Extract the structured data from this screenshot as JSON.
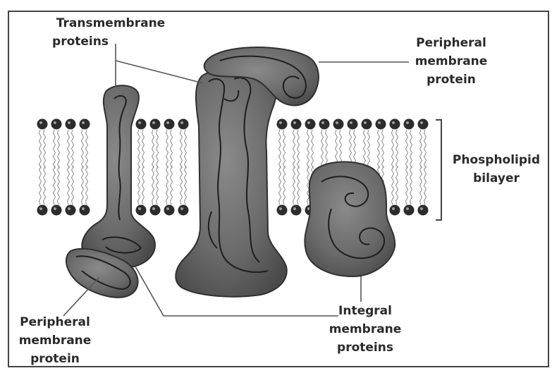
{
  "labels": {
    "transmembrane": [
      "Transmembrane",
      "proteins"
    ],
    "peripheral_top": [
      "Peripheral",
      "membrane",
      "protein"
    ],
    "phospholipid": [
      "Phospholipid",
      "bilayer"
    ],
    "integral": [
      "Integral",
      "membrane",
      "proteins"
    ],
    "peripheral_bottom": [
      "Peripheral",
      "membrane",
      "protein"
    ]
  },
  "colors": {
    "protein_fill": "#6b6b6b",
    "protein_outline": "#303030",
    "lipid_head": "#2c2c2c",
    "frame": "#444444",
    "leader_line": "#555555"
  }
}
